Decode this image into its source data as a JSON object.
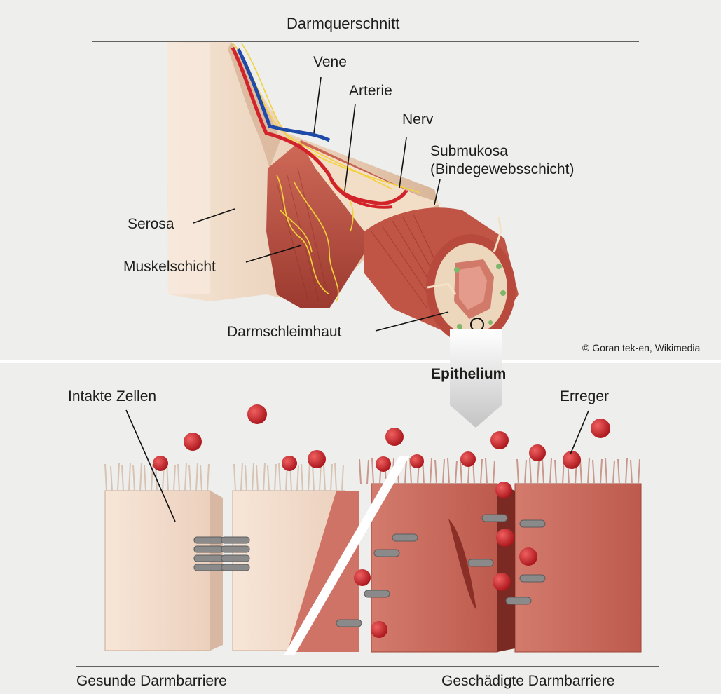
{
  "top": {
    "title": "Darmquerschnitt",
    "labels": {
      "vene": "Vene",
      "arterie": "Arterie",
      "nerv": "Nerv",
      "submukosa_line1": "Submukosa",
      "submukosa_line2": "(Bindegewebsschicht)",
      "serosa": "Serosa",
      "muskelschicht": "Muskelschicht",
      "darmschleimhaut": "Darmschleimhaut"
    },
    "credit": "© Goran tek-en, Wikimedia"
  },
  "bottom": {
    "epithelium": "Epithelium",
    "intakte_zellen": "Intakte Zellen",
    "erreger": "Erreger",
    "gesund": "Gesunde Darmbarriere",
    "geschaedigt": "Geschädigte Darmbarriere"
  },
  "colors": {
    "background": "#eeeeec",
    "healthy_cell": "#f3dccb",
    "damaged_cell": "#c8685a",
    "pathogen": "#cc1f24",
    "vein": "#1f4aa8",
    "artery": "#d2232a",
    "nerve": "#f2d23a",
    "muscle": "#b9473a",
    "serosa": "#ecd2b8",
    "arrow": "#c9c9c9"
  }
}
